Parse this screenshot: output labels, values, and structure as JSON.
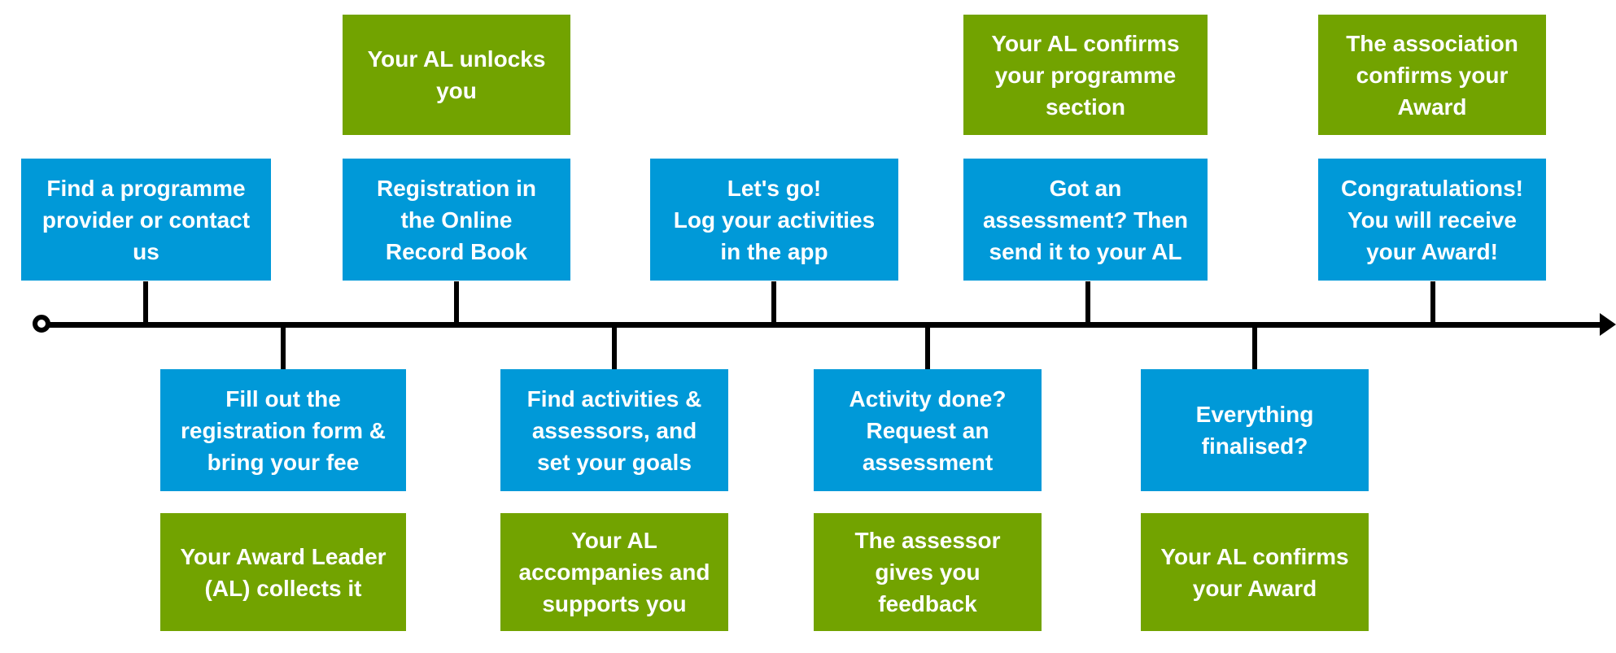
{
  "colors": {
    "step_box": "#0099d8",
    "responsible_box": "#72a300",
    "timeline": "#000000"
  },
  "top_steps": [
    {
      "step": "Find a programme\nprovider or contact\nus"
    },
    {
      "step": "Registration in\nthe Online\nRecord Book",
      "responsible": "Your AL unlocks\nyou"
    },
    {
      "step": "Let's go!\nLog your activities\nin the app"
    },
    {
      "step": "Got an\nassessment? Then\nsend it to your AL",
      "responsible": "Your AL confirms\nyour programme\nsection"
    },
    {
      "step": "Congratulations!\nYou will receive\nyour Award!",
      "responsible": "The association\nconfirms your\nAward"
    }
  ],
  "bottom_steps": [
    {
      "step": "Fill out the\nregistration form &\nbring your fee",
      "responsible": "Your Award Leader\n(AL) collects it"
    },
    {
      "step": "Find activities &\nassessors, and\nset your goals",
      "responsible": "Your AL\naccompanies and\nsupports you"
    },
    {
      "step": "Activity done?\nRequest an\nassessment",
      "responsible": "The assessor\ngives you\nfeedback"
    },
    {
      "step": "Everything\nfinalised?",
      "responsible": "Your AL confirms\nyour Award"
    }
  ]
}
